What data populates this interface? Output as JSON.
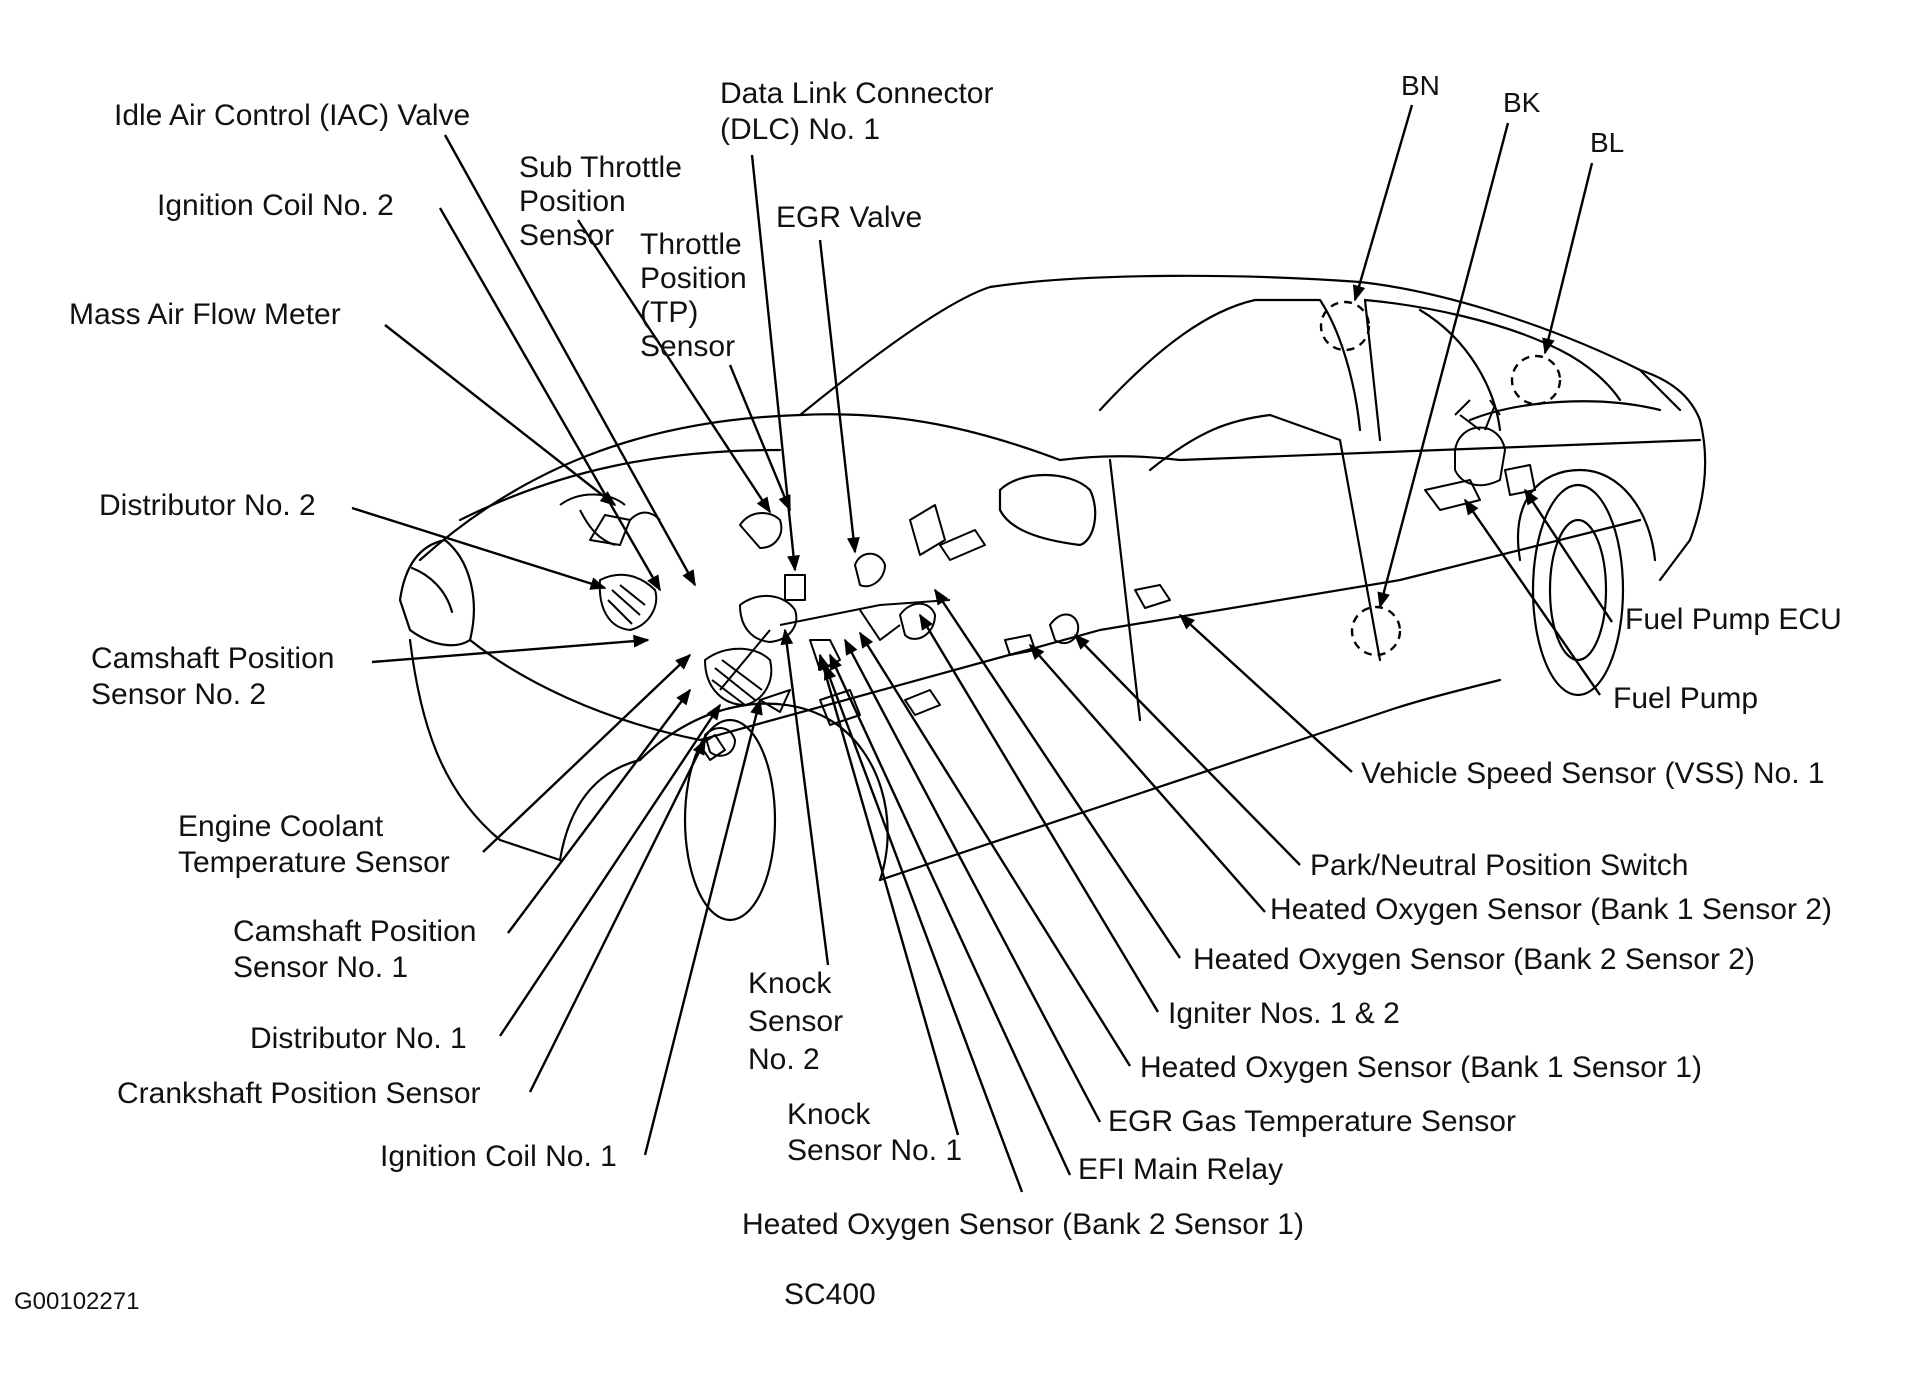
{
  "diagram": {
    "figure_id": "G00102271",
    "model": "SC400",
    "components": [
      {
        "key": "iac",
        "lines": [
          "Idle Air Control (IAC) Valve"
        ]
      },
      {
        "key": "coil2",
        "lines": [
          "Ignition Coil No. 2"
        ]
      },
      {
        "key": "maf",
        "lines": [
          "Mass Air Flow Meter"
        ]
      },
      {
        "key": "dist2",
        "lines": [
          "Distributor No. 2"
        ]
      },
      {
        "key": "cam2",
        "lines": [
          "Camshaft Position",
          "Sensor No. 2"
        ]
      },
      {
        "key": "ect",
        "lines": [
          "Engine Coolant",
          "Temperature Sensor"
        ]
      },
      {
        "key": "cam1",
        "lines": [
          "Camshaft Position",
          "Sensor No. 1"
        ]
      },
      {
        "key": "dist1",
        "lines": [
          "Distributor No. 1"
        ]
      },
      {
        "key": "crank",
        "lines": [
          "Crankshaft Position Sensor"
        ]
      },
      {
        "key": "coil1",
        "lines": [
          "Ignition Coil No. 1"
        ]
      },
      {
        "key": "dlc",
        "lines": [
          "Data Link Connector",
          "(DLC) No. 1"
        ]
      },
      {
        "key": "subtps",
        "lines": [
          "Sub Throttle",
          "Position",
          "Sensor"
        ]
      },
      {
        "key": "tps",
        "lines": [
          "Throttle",
          "Position",
          "(TP)",
          "Sensor"
        ]
      },
      {
        "key": "egr",
        "lines": [
          "EGR Valve"
        ]
      },
      {
        "key": "knock2",
        "lines": [
          "Knock",
          "Sensor",
          "No. 2"
        ]
      },
      {
        "key": "knock1",
        "lines": [
          "Knock",
          "Sensor No. 1"
        ]
      },
      {
        "key": "ho2s21",
        "lines": [
          "Heated Oxygen Sensor (Bank 2 Sensor 1)"
        ]
      },
      {
        "key": "efi",
        "lines": [
          "EFI Main Relay"
        ]
      },
      {
        "key": "egrtemp",
        "lines": [
          "EGR Gas Temperature Sensor"
        ]
      },
      {
        "key": "ho2s11",
        "lines": [
          "Heated Oxygen Sensor (Bank 1 Sensor 1)"
        ]
      },
      {
        "key": "igniter",
        "lines": [
          "Igniter Nos. 1 & 2"
        ]
      },
      {
        "key": "ho2s22",
        "lines": [
          "Heated Oxygen Sensor (Bank 2 Sensor 2)"
        ]
      },
      {
        "key": "ho2s12",
        "lines": [
          "Heated Oxygen Sensor (Bank 1 Sensor 2)"
        ]
      },
      {
        "key": "pnp",
        "lines": [
          "Park/Neutral Position Switch"
        ]
      },
      {
        "key": "vss",
        "lines": [
          "Vehicle Speed Sensor (VSS) No. 1"
        ]
      },
      {
        "key": "fuelpump",
        "lines": [
          "Fuel Pump"
        ]
      },
      {
        "key": "fpecu",
        "lines": [
          "Fuel Pump ECU"
        ]
      }
    ],
    "connectors": [
      "BN",
      "BK",
      "BL"
    ]
  }
}
